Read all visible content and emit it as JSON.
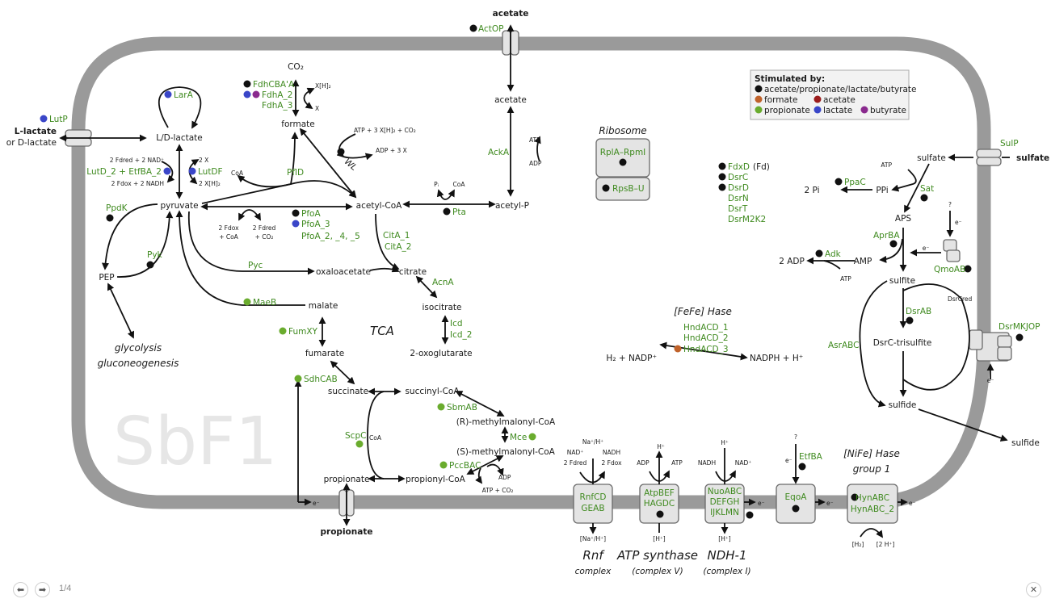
{
  "viewer": {
    "page_counter": "1/4",
    "prev_icon": "arrow-left",
    "next_icon": "arrow-right",
    "close_icon": "close-x"
  },
  "colors": {
    "gene": "#3f8a1f",
    "membrane": "#9a9a9a",
    "all": "#111111",
    "formate": "#c0622a",
    "acetate": "#9b1c1c",
    "propionate": "#6aac2e",
    "lactate": "#3a46c8",
    "butyrate": "#8a2a8e"
  },
  "organism_label": "SbF1",
  "legend": {
    "title": "Stimulated by:",
    "items": [
      {
        "label": "acetate/propionate/lactate/butyrate",
        "color_key": "all"
      },
      {
        "label": "formate",
        "color_key": "formate"
      },
      {
        "label": "acetate",
        "color_key": "acetate"
      },
      {
        "label": "propionate",
        "color_key": "propionate"
      },
      {
        "label": "lactate",
        "color_key": "lactate"
      },
      {
        "label": "butyrate",
        "color_key": "butyrate"
      }
    ]
  },
  "external": {
    "acetate": "acetate",
    "lactate_l": "L-lactate",
    "lactate_d": "or D-lactate",
    "sulfate": "sulfate",
    "sulfide": "sulfide",
    "propionate": "propionate"
  },
  "metabolites": {
    "co2": "CO₂",
    "formate": "formate",
    "ld_lactate": "L/D-lactate",
    "pyruvate": "pyruvate",
    "acetyl_coa": "acetyl-CoA",
    "acetate": "acetate",
    "acetyl_p": "acetyl-P",
    "pep": "PEP",
    "oxaloacetate": "oxaloacetate",
    "citrate": "citrate",
    "isocitrate": "isocitrate",
    "oxoglutarate": "2-oxoglutarate",
    "malate": "malate",
    "fumarate": "fumarate",
    "succinate": "succinate",
    "succinyl_coa": "succinyl-CoA",
    "r_mmcoa": "(R)-methylmalonyl-CoA",
    "s_mmcoa": "(S)-methylmalonyl-CoA",
    "propionyl_coa": "propionyl-CoA",
    "propionate": "propionate",
    "sulfate": "sulfate",
    "ppi": "PPi",
    "two_pi": "2 Pi",
    "aps": "APS",
    "amp": "AMP",
    "two_adp": "2 ADP",
    "sulfite": "sulfite",
    "dsrc_trisulfite": "DsrC-trisulfite",
    "sulfide": "sulfide",
    "h2_nadp": "H₂ + NADP⁺",
    "nadph_h": "NADPH + H⁺"
  },
  "cofactors": {
    "xh2": "X[H]₂",
    "x": "X",
    "lut_left_top": "2 Fdred + 2 NAD⁺",
    "lut_left_bottom": "2 Fdox + 2 NADH",
    "lut_right_top": "2 X",
    "lut_right_bottom": "2 X[H]₂",
    "coa": "CoA",
    "wl_top": "ATP + 3 X[H]₂ + CO₂",
    "wl_bottom": "ADP + 3 X",
    "wl_label": "WL",
    "pfo_left_1": "2 Fdox",
    "pfo_left_2": "+ CoA",
    "pfo_right_1": "2 Fdred",
    "pfo_right_2": "+ CO₂",
    "pi": "Pᵢ",
    "atp": "ATP",
    "adp": "ADP",
    "atp_co2": "ATP + CO₂",
    "question": "?",
    "e": "e⁻",
    "dsrc_red": "DsrCred"
  },
  "genes": {
    "actop": "ActOP",
    "lutp": "LutP",
    "lara": "LarA",
    "fdh1": "FdhCBA'A",
    "fdh2": "FdhA_2",
    "fdh3": "FdhA_3",
    "lutd": "LutD_2 + EtfBA_2",
    "lutdf": "LutDF",
    "pfld": "PflD",
    "ppdk": "PpdK",
    "pyk": "Pyk",
    "pfoa": "PfoA",
    "pfoa3": "PfoA_3",
    "pfoa_rest": "PfoA_2, _4, _5",
    "acka": "AckA",
    "pta": "Pta",
    "pyc": "Pyc",
    "cita1": "CitA_1",
    "cita2": "CitA_2",
    "acna": "AcnA",
    "icd": "Icd",
    "icd2": "Icd_2",
    "maeb": "MaeB",
    "fumxy": "FumXY",
    "sdhcab": "SdhCAB",
    "scpc": "ScpC",
    "sbmab": "SbmAB",
    "mce": "Mce",
    "pccbac": "PccBAC",
    "sulp": "SulP",
    "ppac": "PpaC",
    "sat": "Sat",
    "aprba": "AprBA",
    "adk": "Adk",
    "qmoab": "QmoAB",
    "dsrab": "DsrAB",
    "asrabc": "AsrABC",
    "dsrmkjop": "DsrMKJOP",
    "etfba": "EtfBA",
    "fdxd": "FdxD",
    "fdxd_suffix": "(Fd)",
    "dsr_list": [
      "DsrC",
      "DsrD",
      "DsrN",
      "DsrT",
      "DsrM2K2"
    ],
    "hnd": [
      "HndACD_1",
      "HndACD_2",
      "HndACD_3"
    ],
    "ribo1": "RplA–RpmI",
    "ribo2": "RpsB–U"
  },
  "section_titles": {
    "ribosome": "Ribosome",
    "fefe": "[FeFe] Hase",
    "tca": "TCA",
    "glycolysis": "glycolysis",
    "gluconeogenesis": "gluconeogenesis",
    "nife_1": "[NiFe] Hase",
    "nife_2": "group 1"
  },
  "membrane_complexes": [
    {
      "id": "rnf",
      "genes": [
        "RnfCD",
        "GEAB"
      ],
      "title": "Rnf",
      "subtitle": "complex",
      "top_center": "Na⁺/H⁺",
      "top_left_1": "NAD⁺",
      "top_left_2": "2 Fdred",
      "top_right_1": "NADH",
      "top_right_2": "2 Fdox",
      "bottom": "[Na⁺/H⁺]"
    },
    {
      "id": "atp",
      "genes": [
        "AtpBEF",
        "HAGDC"
      ],
      "title": "ATP synthase",
      "subtitle": "(complex V)",
      "top_center": "H⁺",
      "top_left_1": "ADP",
      "top_right_1": "ATP",
      "bottom": "[H⁺]"
    },
    {
      "id": "ndh",
      "genes": [
        "NuoABC",
        "DEFGH",
        "IJKLMN"
      ],
      "title": "NDH-1",
      "subtitle": "(complex I)",
      "top_center": "H⁺",
      "top_left_1": "NADH",
      "top_right_1": "NAD⁺",
      "bottom": "[H⁺]"
    },
    {
      "id": "eqo",
      "genes": [
        "EqoA"
      ]
    },
    {
      "id": "hyn",
      "genes": [
        "HynABC",
        "HynABC_2"
      ],
      "bottom_left": "[H₂]",
      "bottom_right": "[2 H⁺]"
    }
  ]
}
